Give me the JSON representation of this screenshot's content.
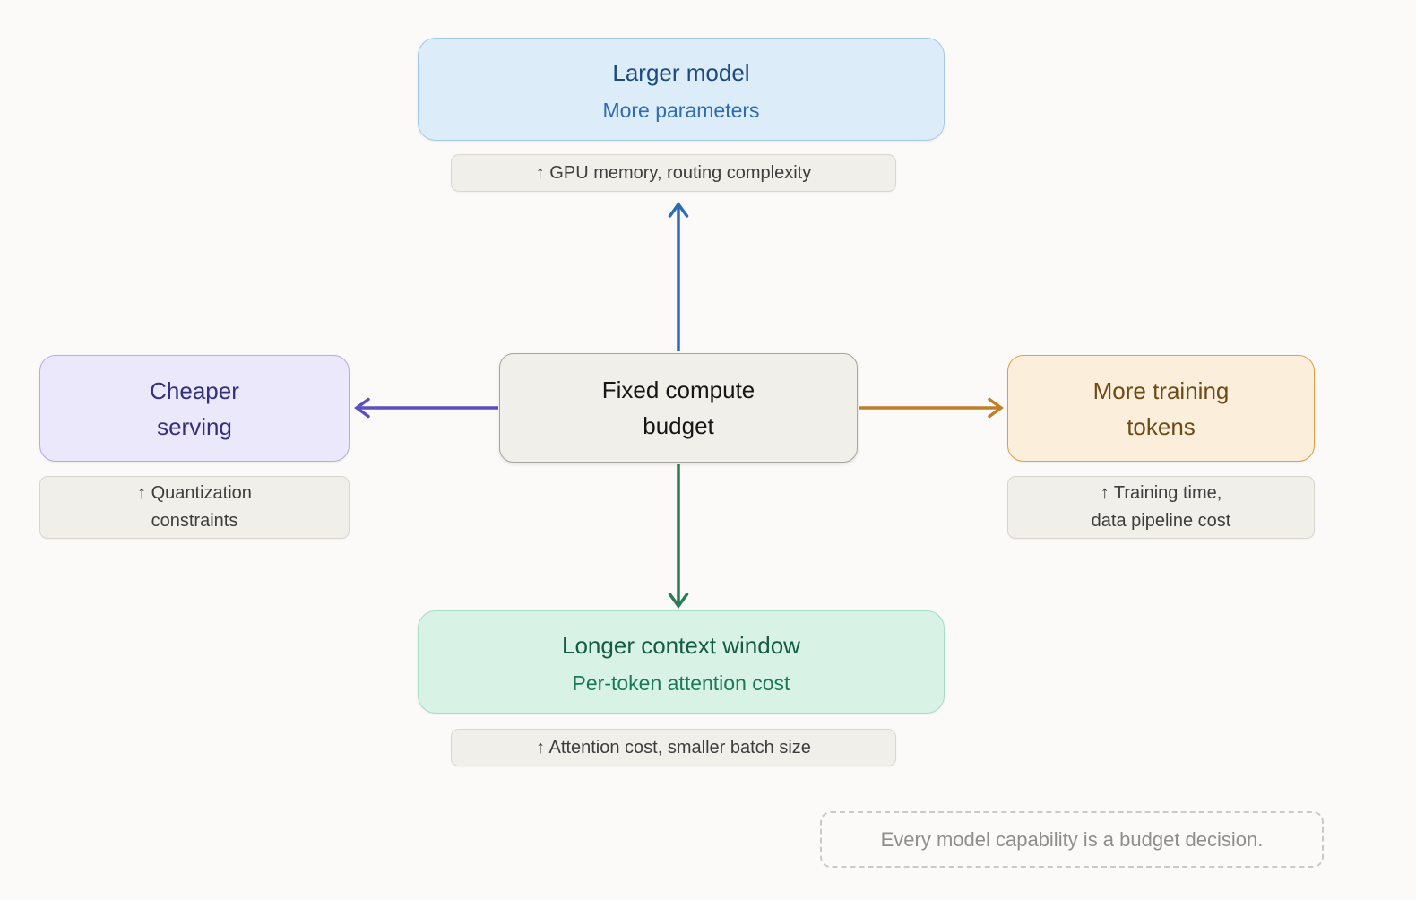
{
  "palette": {
    "background": "#fbfaf8",
    "arrow_up_blue": "#2d6cb5",
    "arrow_left_purple": "#5a50c2",
    "arrow_right_orange": "#bf7f28",
    "arrow_down_green": "#2b7b59",
    "node_top_fill": "#dcecf9",
    "node_left_fill": "#eae8fa",
    "node_right_fill": "#fbeeda",
    "node_bottom_fill": "#d9f2e6",
    "neutral_box_fill": "#f0efe9"
  },
  "center_node": {
    "label": "Fixed compute\nbudget"
  },
  "nodes": {
    "top": {
      "title": "Larger model",
      "subtitle": "More parameters",
      "cost": "↑ GPU memory, routing complexity"
    },
    "left": {
      "title": "Cheaper\nserving",
      "cost": "↑ Quantization\nconstraints"
    },
    "right": {
      "title": "More training\ntokens",
      "cost": "↑ Training time,\ndata pipeline cost"
    },
    "bottom": {
      "title": "Longer context window",
      "subtitle": "Per-token attention cost",
      "cost": "↑ Attention cost, smaller batch size"
    }
  },
  "note": {
    "text": "Every model capability is a budget decision."
  }
}
